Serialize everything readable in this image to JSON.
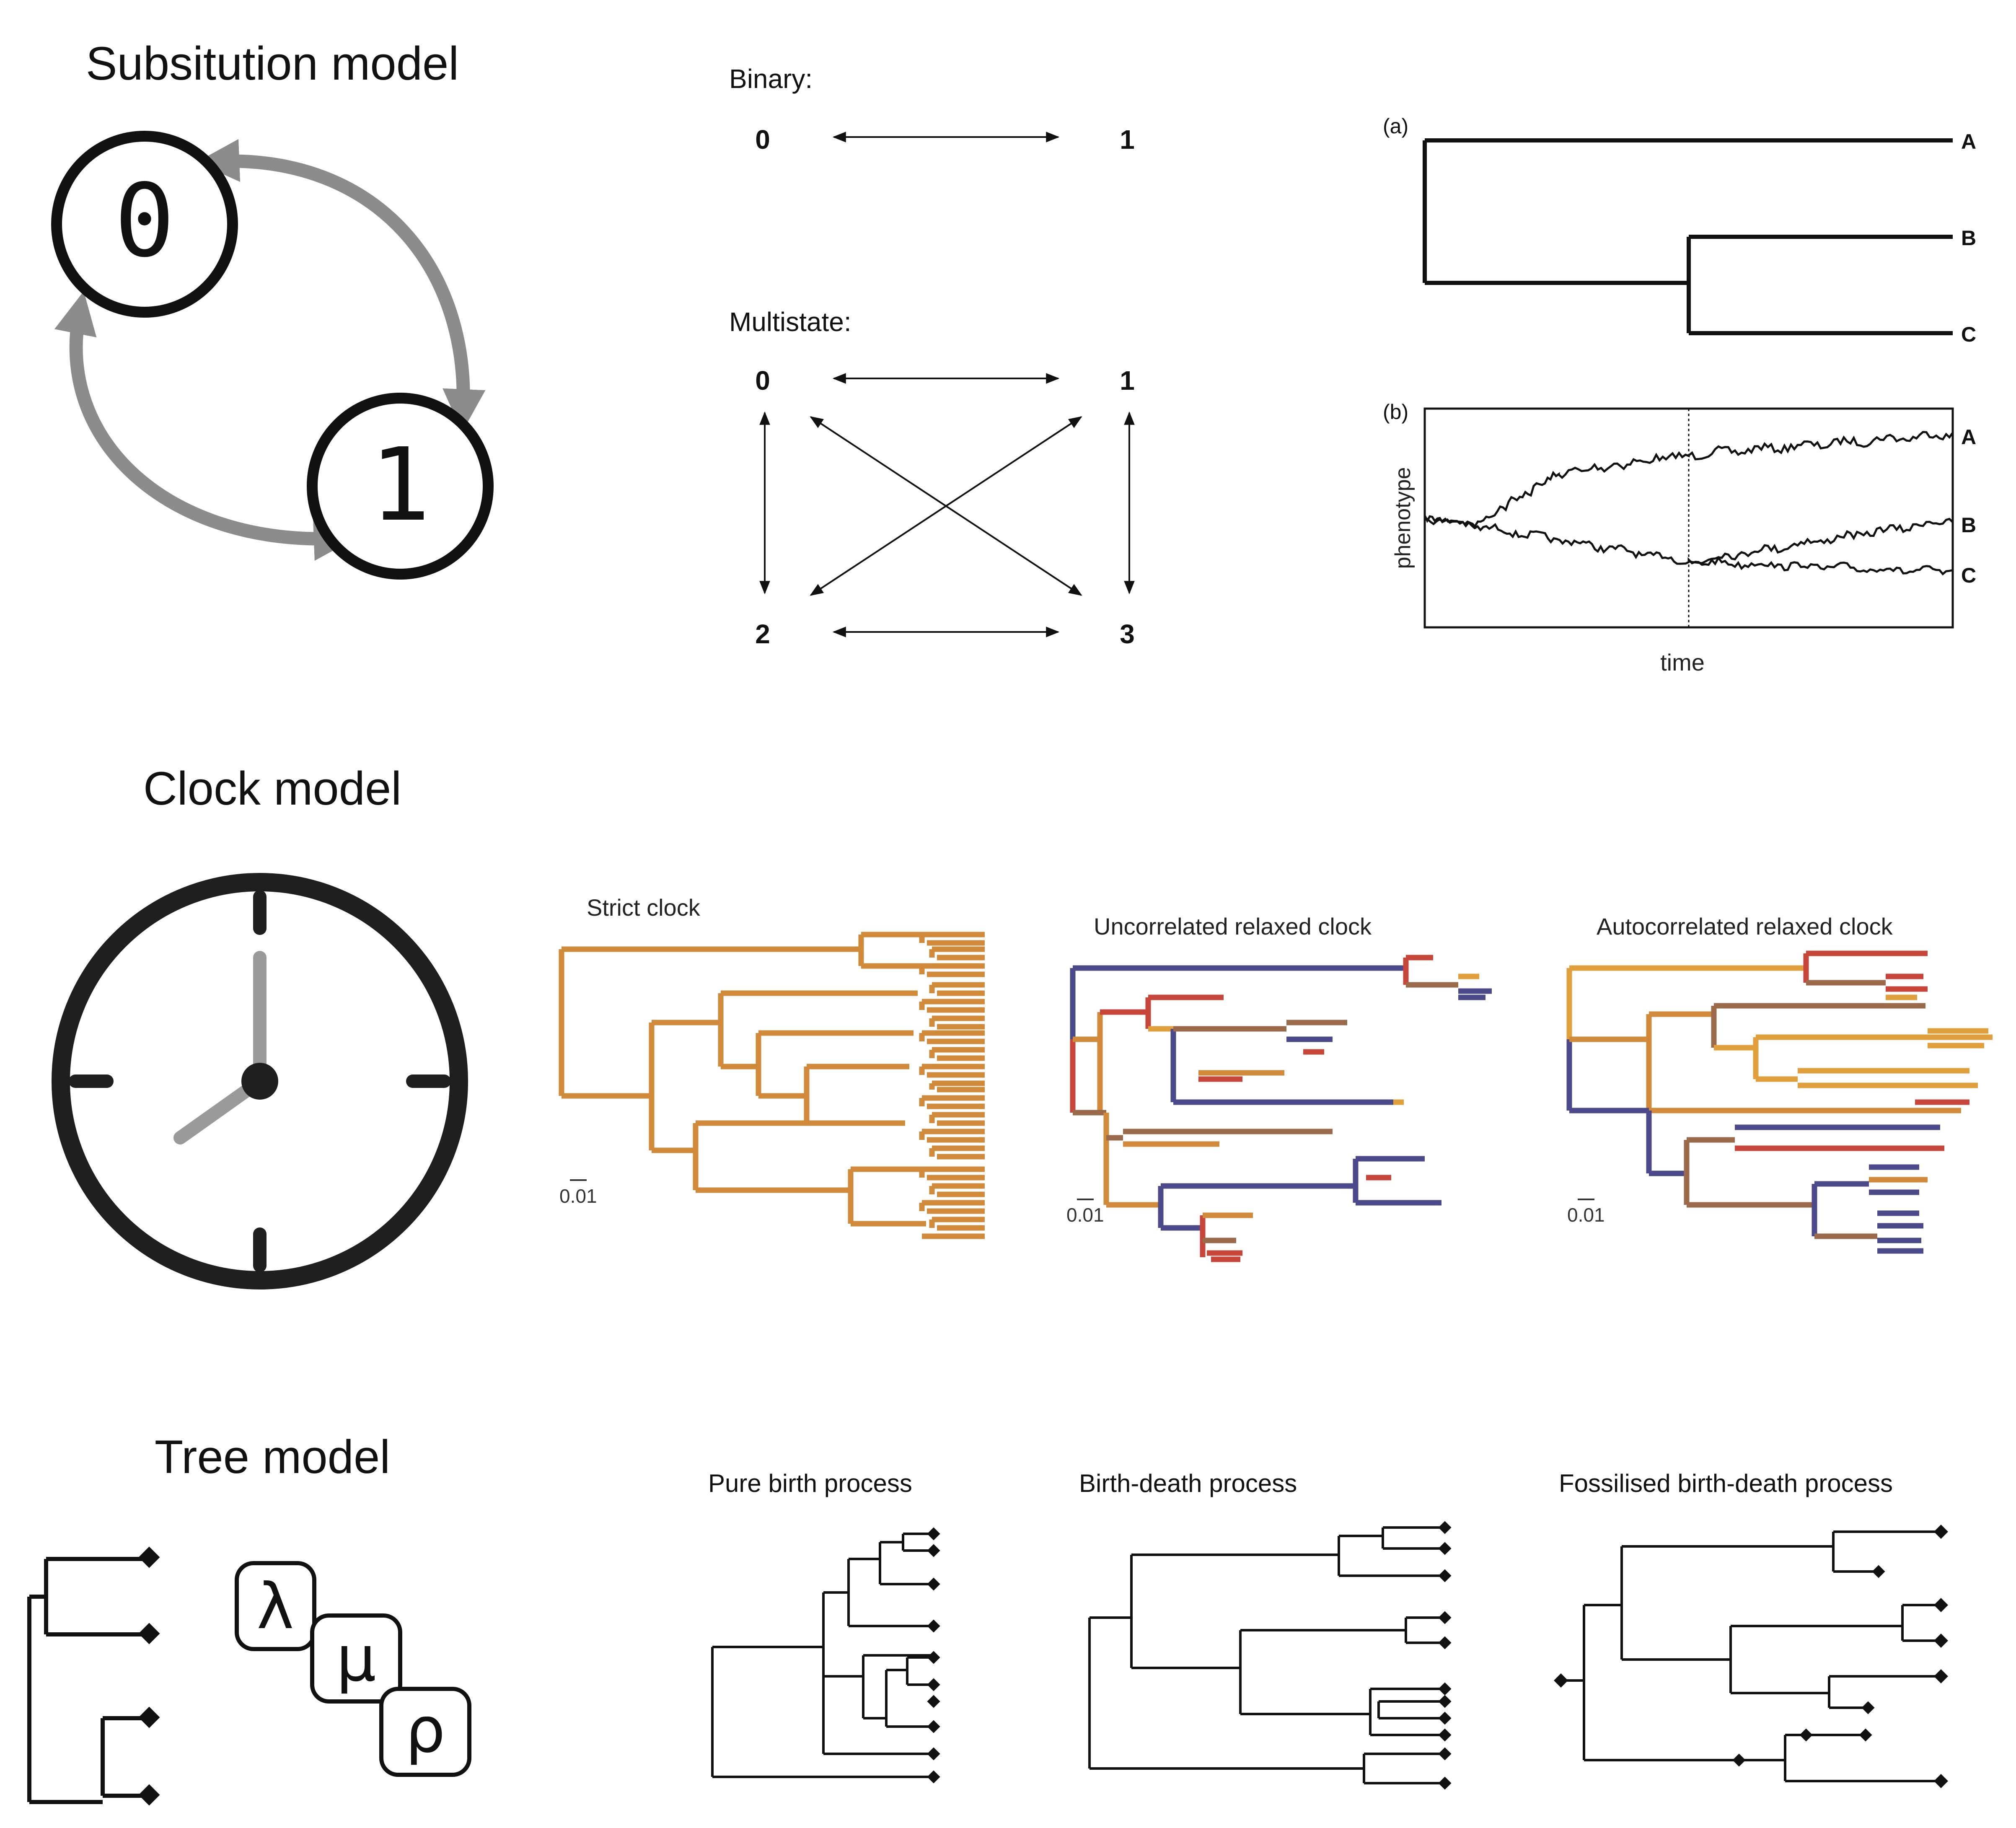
{
  "rows": {
    "substitution": {
      "title": "Subsitution model"
    },
    "clock": {
      "title": "Clock model"
    },
    "tree": {
      "title": "Tree model"
    }
  },
  "icons": {
    "state_zero": "0",
    "state_one": "1",
    "lambda": "λ",
    "mu": "μ",
    "rho": "ρ",
    "cycle_color": "#8c8c8c",
    "clock_hand_color": "#9a9a9a"
  },
  "binary": {
    "label": "Binary:",
    "states": [
      "0",
      "1"
    ]
  },
  "multistate": {
    "label": "Multistate:",
    "states": [
      "0",
      "1",
      "2",
      "3"
    ]
  },
  "brownian": {
    "panel_a": "(a)",
    "panel_b": "(b)",
    "ylabel": "phenotype",
    "xlabel": "time",
    "taxa": [
      "A",
      "B",
      "C"
    ]
  },
  "clock_panels": {
    "strict": "Strict clock",
    "uncorrelated": "Uncorrelated relaxed clock",
    "autocorrelated": "Autocorrelated relaxed clock",
    "scale": "0.01",
    "colors": {
      "orange": "#d08a3a",
      "red": "#c8453a",
      "purple": "#4d4a8c",
      "brown": "#9a6a4a",
      "gold": "#e2a03c"
    }
  },
  "tree_panels": {
    "pure_birth": "Pure birth process",
    "birth_death": "Birth-death process",
    "fossilised": "Fossilised birth-death process"
  }
}
